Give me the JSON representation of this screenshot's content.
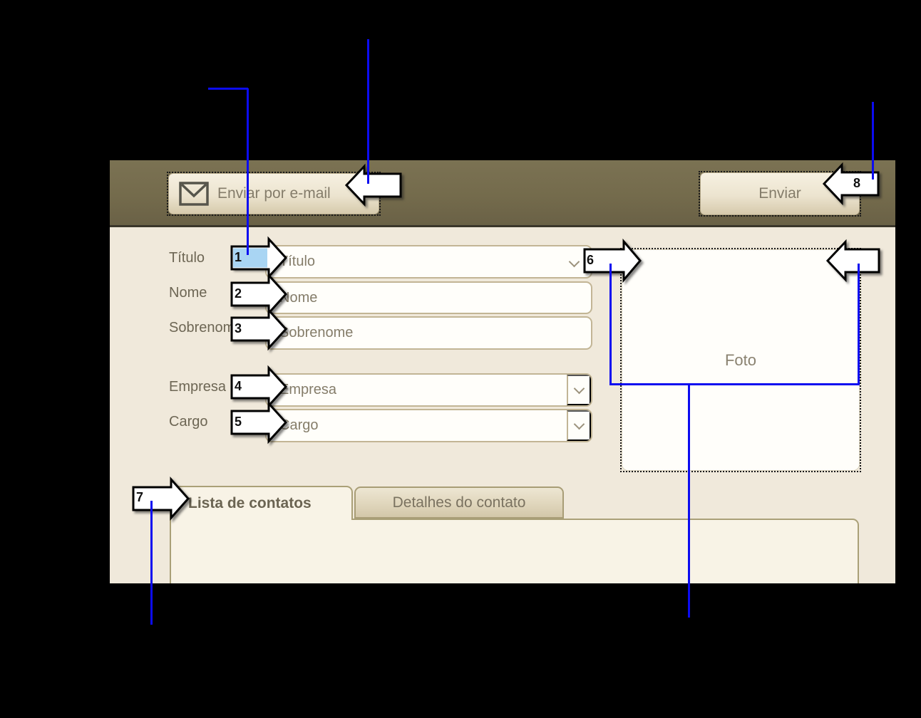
{
  "toolbar": {
    "email_button_label": "Enviar por e-mail",
    "send_button_label": "Enviar"
  },
  "form": {
    "fields": [
      {
        "label": "Título",
        "placeholder": "Título",
        "control": "combobox"
      },
      {
        "label": "Nome",
        "placeholder": "Nome",
        "control": "textbox"
      },
      {
        "label": "Sobrenome",
        "placeholder": "Sobrenome",
        "control": "textbox"
      },
      {
        "label": "Empresa",
        "placeholder": "Empresa",
        "control": "combobox"
      },
      {
        "label": "Cargo",
        "placeholder": "Cargo",
        "control": "combobox"
      }
    ],
    "photo_placeholder": "Foto"
  },
  "tabs": [
    {
      "label": "Lista de contatos",
      "active": true
    },
    {
      "label": "Detalhes do contato",
      "active": false
    }
  ],
  "callouts": {
    "numbers": [
      "1",
      "2",
      "3",
      "4",
      "5",
      "6",
      "7",
      "8"
    ]
  },
  "icons": {
    "email_button": "envelope-icon",
    "dropdowns": "chevron-down-icon"
  },
  "colors": {
    "annotation_blue": "#0c0cf0",
    "toolbar_brown": "#746b4c",
    "body_beige": "#f0e9db",
    "panel_cream": "#f8f3e6",
    "callout_highlight_blue": "#a9d5f3",
    "field_border_tan": "#c2b595",
    "text_brown": "#6d6654"
  }
}
